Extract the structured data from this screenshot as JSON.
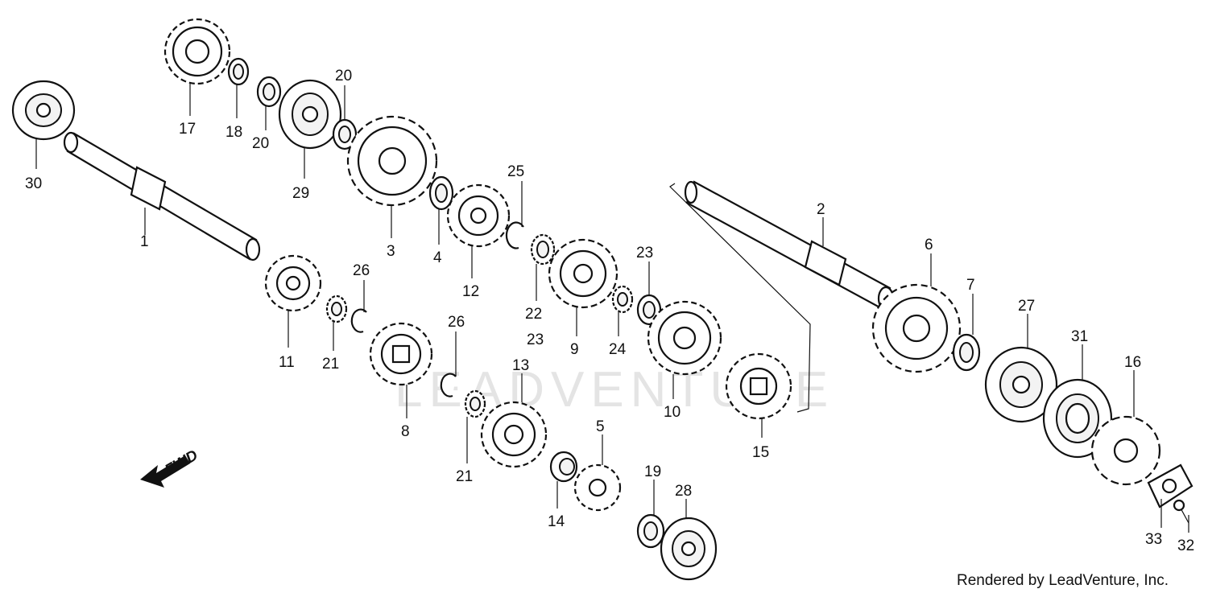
{
  "diagram": {
    "credit": "Rendered by LeadVenture, Inc.",
    "watermark": "LEADVENTURE",
    "direction_label": "FWD",
    "callouts": [
      "30",
      "1",
      "17",
      "18",
      "20",
      "20",
      "29",
      "3",
      "4",
      "12",
      "25",
      "22",
      "23",
      "23",
      "9",
      "24",
      "10",
      "26",
      "21",
      "11",
      "8",
      "26",
      "21",
      "13",
      "14",
      "5",
      "19",
      "28",
      "15",
      "2",
      "6",
      "7",
      "27",
      "31",
      "16",
      "33",
      "32"
    ]
  }
}
